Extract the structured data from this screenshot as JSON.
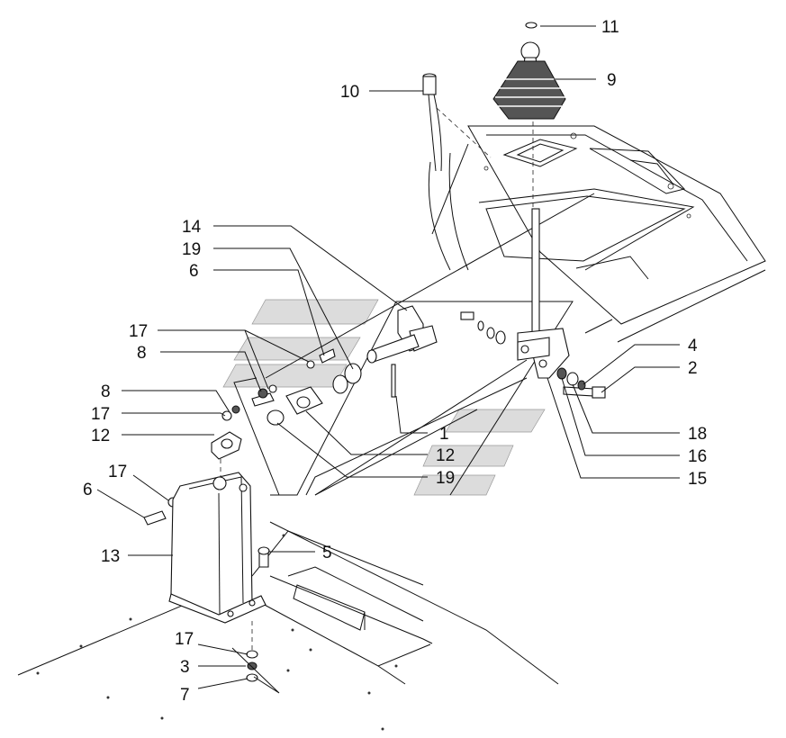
{
  "callouts": [
    {
      "id": "c11",
      "text": "11"
    },
    {
      "id": "c9",
      "text": "9"
    },
    {
      "id": "c10",
      "text": "10"
    },
    {
      "id": "c14",
      "text": "14"
    },
    {
      "id": "c19a",
      "text": "19"
    },
    {
      "id": "c6a",
      "text": "6"
    },
    {
      "id": "c17a",
      "text": "17"
    },
    {
      "id": "c8a",
      "text": "8"
    },
    {
      "id": "c8b",
      "text": "8"
    },
    {
      "id": "c17b",
      "text": "17"
    },
    {
      "id": "c12a",
      "text": "12"
    },
    {
      "id": "c17c",
      "text": "17"
    },
    {
      "id": "c6b",
      "text": "6"
    },
    {
      "id": "c13",
      "text": "13"
    },
    {
      "id": "c5",
      "text": "5"
    },
    {
      "id": "c17d",
      "text": "17"
    },
    {
      "id": "c3",
      "text": "3"
    },
    {
      "id": "c7",
      "text": "7"
    },
    {
      "id": "c4",
      "text": "4"
    },
    {
      "id": "c2",
      "text": "2"
    },
    {
      "id": "c18",
      "text": "18"
    },
    {
      "id": "c16",
      "text": "16"
    },
    {
      "id": "c15",
      "text": "15"
    },
    {
      "id": "c1",
      "text": "1"
    },
    {
      "id": "c12b",
      "text": "12"
    },
    {
      "id": "c19b",
      "text": "19"
    }
  ],
  "icons": [
    "gear-lever-knob-icon",
    "rubber-boot-icon",
    "indicator-lamp-icon",
    "lever-bracket-icon",
    "support-column-icon",
    "bolt-icon",
    "washer-icon",
    "nut-icon"
  ]
}
